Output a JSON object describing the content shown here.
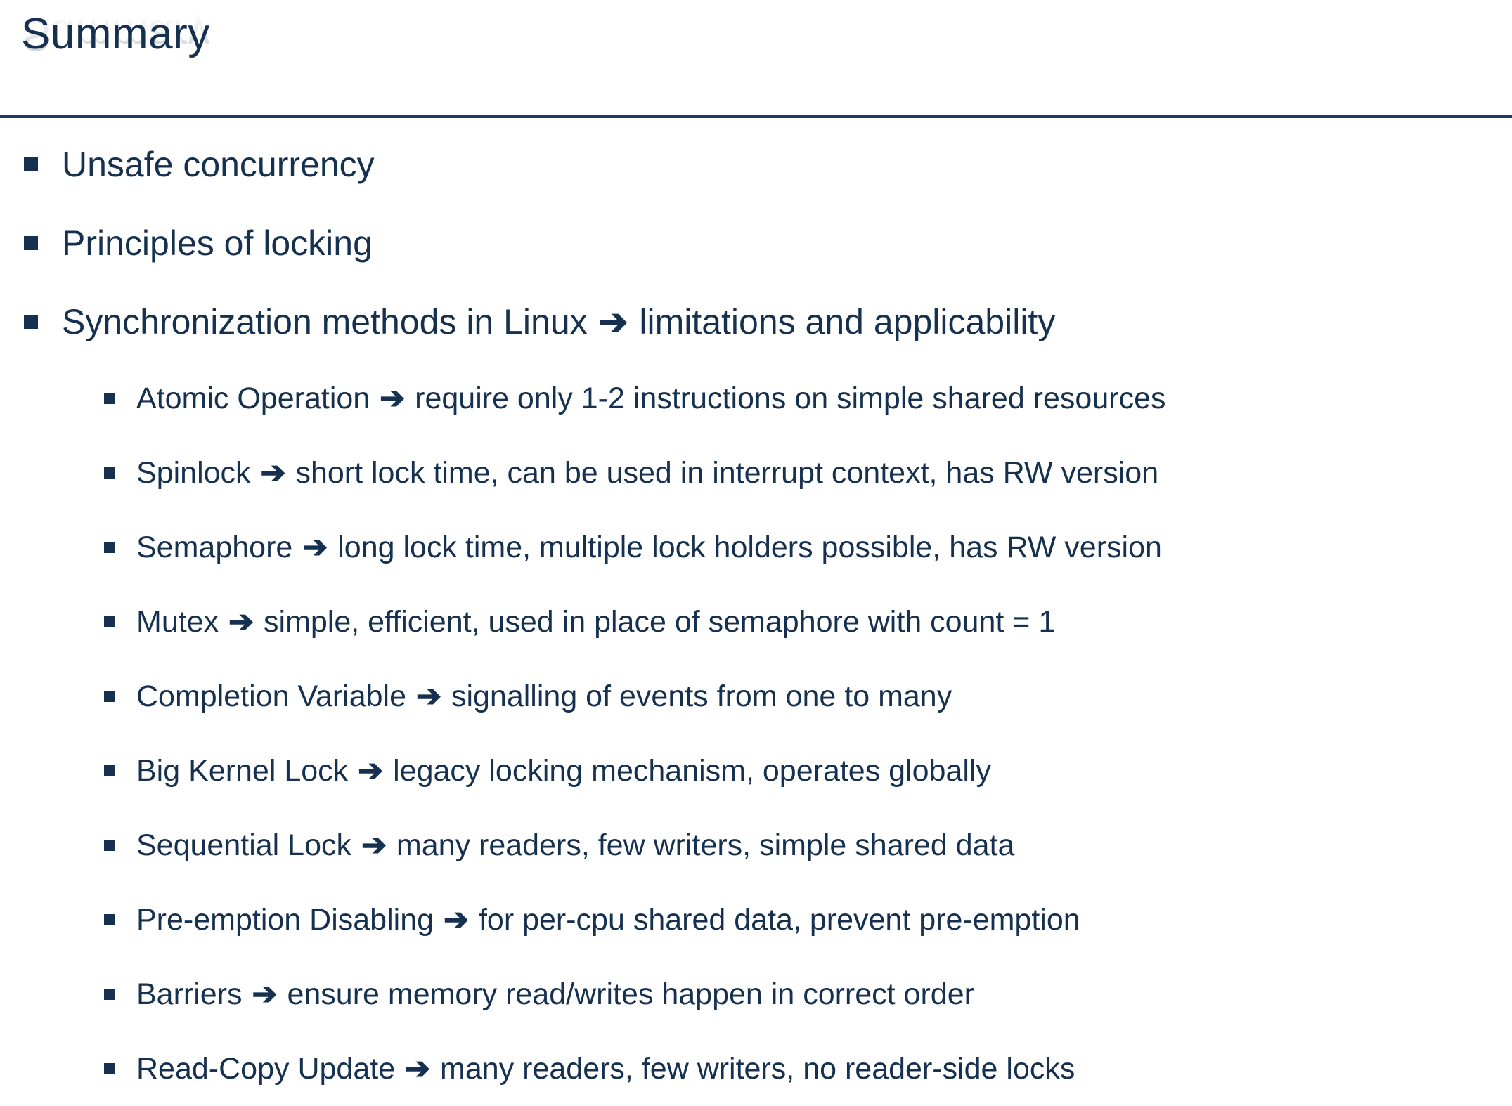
{
  "slide": {
    "title": "Summary",
    "arrow_glyph": "➔",
    "accent_color": "#16304F",
    "rule_color": "#1F3A5F",
    "background_color": "#FFFFFF"
  },
  "bullets": [
    {
      "level": 1,
      "text": "Unsafe concurrency",
      "bullet_glyph": "square"
    },
    {
      "level": 1,
      "text": "Principles of locking",
      "bullet_glyph": "square"
    },
    {
      "level": 1,
      "term": "Synchronization methods in Linux",
      "detail": "limitations and applicability",
      "text": "Synchronization methods in Linux ➔ limitations and applicability",
      "bullet_glyph": "square"
    },
    {
      "level": 2,
      "term": "Atomic Operation",
      "detail": "require only 1-2 instructions on simple shared resources",
      "text": "Atomic Operation ➔ require only 1-2 instructions on simple shared resources",
      "bullet_glyph": "square"
    },
    {
      "level": 2,
      "term": "Spinlock",
      "detail": "short lock time, can be used in interrupt context, has RW version",
      "text": "Spinlock ➔ short lock time, can be used in interrupt context, has RW version",
      "bullet_glyph": "square"
    },
    {
      "level": 2,
      "term": "Semaphore",
      "detail": "long lock time, multiple lock holders possible, has RW version",
      "text": "Semaphore ➔ long lock time, multiple lock holders possible, has RW version",
      "bullet_glyph": "square"
    },
    {
      "level": 2,
      "term": "Mutex",
      "detail": "simple, efficient, used in place of semaphore with count = 1",
      "text": "Mutex ➔ simple, efficient, used in place of semaphore with count = 1",
      "bullet_glyph": "square"
    },
    {
      "level": 2,
      "term": "Completion Variable",
      "detail": "signalling of events from one to many",
      "text": "Completion Variable ➔ signalling of events from one to many",
      "bullet_glyph": "square"
    },
    {
      "level": 2,
      "term": "Big Kernel Lock",
      "detail": "legacy locking mechanism, operates globally",
      "text": "Big Kernel Lock ➔ legacy locking mechanism, operates globally",
      "bullet_glyph": "square"
    },
    {
      "level": 2,
      "term": "Sequential Lock",
      "detail": "many readers, few writers, simple shared data",
      "text": "Sequential Lock ➔ many readers, few writers, simple shared data",
      "bullet_glyph": "square"
    },
    {
      "level": 2,
      "term": "Pre-emption Disabling",
      "detail": "for per-cpu shared data, prevent pre-emption",
      "text": "Pre-emption Disabling ➔ for per-cpu shared data, prevent pre-emption",
      "bullet_glyph": "square"
    },
    {
      "level": 2,
      "term": "Barriers",
      "detail": "ensure memory read/writes happen in correct order",
      "text": "Barriers ➔ ensure memory read/writes happen in correct order",
      "bullet_glyph": "square"
    },
    {
      "level": 2,
      "term": "Read-Copy Update",
      "detail": "many readers, few writers, no reader-side locks",
      "text": "Read-Copy Update ➔ many readers, few writers, no reader-side locks",
      "bullet_glyph": "square"
    }
  ]
}
